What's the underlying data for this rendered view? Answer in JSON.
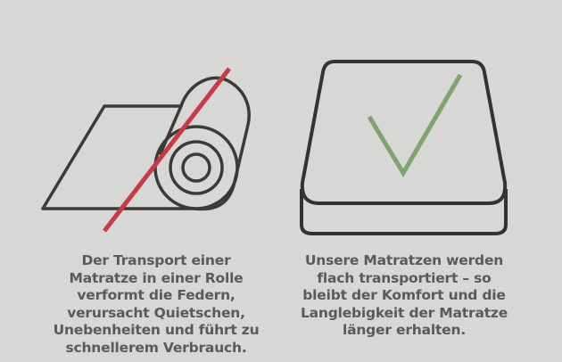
{
  "colors": {
    "background": "#d7d7d5",
    "icon_stroke": "#3a3a38",
    "cross_line": "#c73b47",
    "check": "#7fa46f",
    "text": "#5a5a58"
  },
  "left_panel": {
    "icon": "rolled-mattress-crossed-out-icon",
    "caption_lines": [
      "Der Transport einer",
      "Matratze in einer Rolle",
      "verformt die Federn,",
      "verursacht Quietschen,",
      "Unebenheiten und führt zu",
      "schnellerem Verbrauch."
    ]
  },
  "right_panel": {
    "icon": "flat-mattress-checkmark-icon",
    "caption_lines": [
      "Unsere Matratzen werden",
      "flach transportiert – so",
      "bleibt der Komfort und die",
      "Langlebigkeit der Matratze",
      "länger erhalten."
    ]
  }
}
